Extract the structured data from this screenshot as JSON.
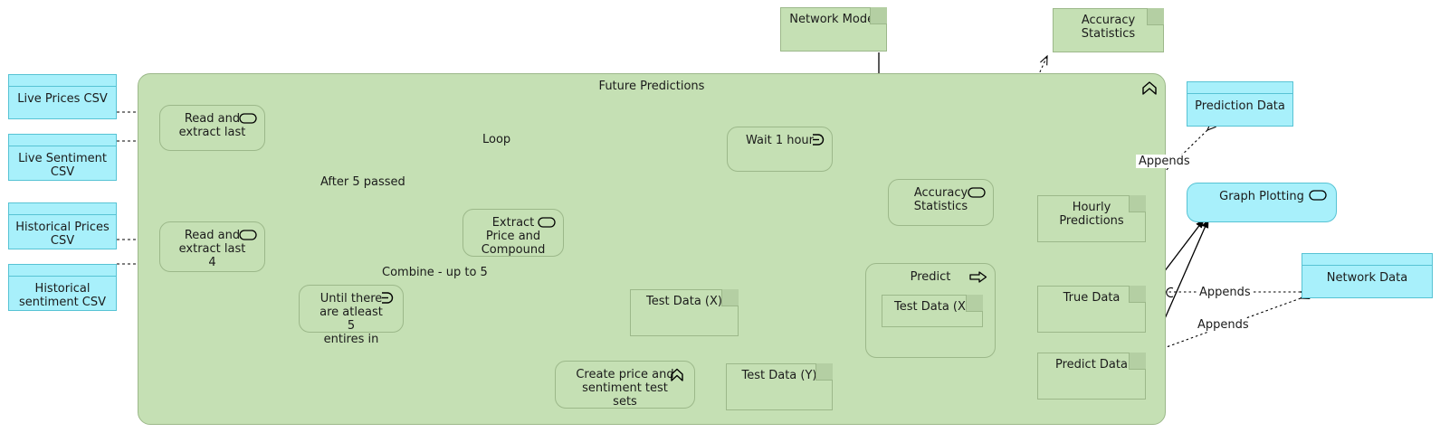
{
  "diagram": {
    "title": "Future Predictions",
    "colors": {
      "green_fill": "#c5e0b4",
      "green_stroke": "#9cb88a",
      "cyan_fill": "#a8f0fb",
      "cyan_stroke": "#57c3d4",
      "line": "#000000",
      "text": "#1b1b1b",
      "background": "#ffffff"
    }
  },
  "inputs": [
    {
      "label": "Live Prices CSV"
    },
    {
      "label": "Live Sentiment\nCSV"
    },
    {
      "label": "Historical Prices\nCSV"
    },
    {
      "label": "Historical\nsentiment CSV"
    }
  ],
  "actions": [
    {
      "label": "Read and\nextract last",
      "icon": "action-icon"
    },
    {
      "label": "Read and\nextract last\n4",
      "icon": "action-icon"
    },
    {
      "label": "Until there\nare atleast 5\nentires in",
      "icon": "loop-node-icon"
    },
    {
      "label": "Extract\nPrice and\nCompound",
      "icon": "action-icon"
    },
    {
      "label": "Wait 1 hour",
      "icon": "loop-node-icon"
    },
    {
      "label": "Create price and\nsentiment test sets",
      "icon": "structured-activity-icon"
    },
    {
      "label": "Accuracy\nStatistics",
      "icon": "action-icon"
    },
    {
      "label": "Predict",
      "icon": "send-signal-icon"
    },
    {
      "label": "Graph Plotting",
      "icon": "action-icon"
    }
  ],
  "notes": [
    {
      "label": "Network Model"
    },
    {
      "label": "Accuracy\nStatistics"
    },
    {
      "label": "Test Data (X)"
    },
    {
      "label": "Test Data (Y)"
    },
    {
      "label": "Test Data (X)"
    },
    {
      "label": "Hourly Predictions"
    },
    {
      "label": "True Data"
    },
    {
      "label": "Predict Data"
    }
  ],
  "datastores": [
    {
      "label": "Prediction Data"
    },
    {
      "label": "Network Data"
    }
  ],
  "edge_labels": [
    {
      "label": "Loop"
    },
    {
      "label": "After 5 passed"
    },
    {
      "label": "Combine - up to 5"
    },
    {
      "label": "Appends"
    },
    {
      "label": "Appends"
    },
    {
      "label": "Appends"
    }
  ]
}
